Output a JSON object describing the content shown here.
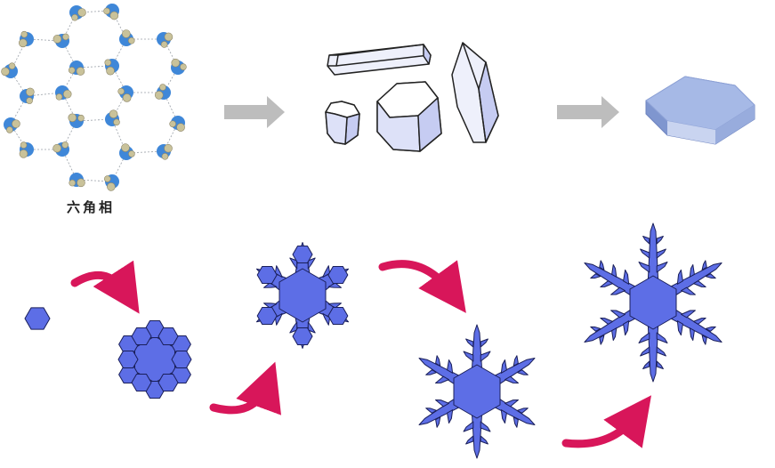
{
  "lattice": {
    "caption": "六角相",
    "oxygen_color": "#3f87d8",
    "hydrogen_color": "#c9c29a",
    "bond_color": "#9aa0a8"
  },
  "colors": {
    "arrow_gray": "#bdbdbd",
    "arrow_pink": "#d8165a",
    "crystal_fill": "#5d6ee6",
    "crystal_stroke": "#1a1f5a",
    "prism_fill": "#e6e9fb",
    "plate_fill": "#9fb3e0"
  },
  "stages": [
    "lattice",
    "crystal-prisms",
    "hexagonal-plate",
    "small-hexagon",
    "sectored-plate",
    "stellar-plate",
    "stellar-dendrite-small",
    "stellar-dendrite-large"
  ]
}
